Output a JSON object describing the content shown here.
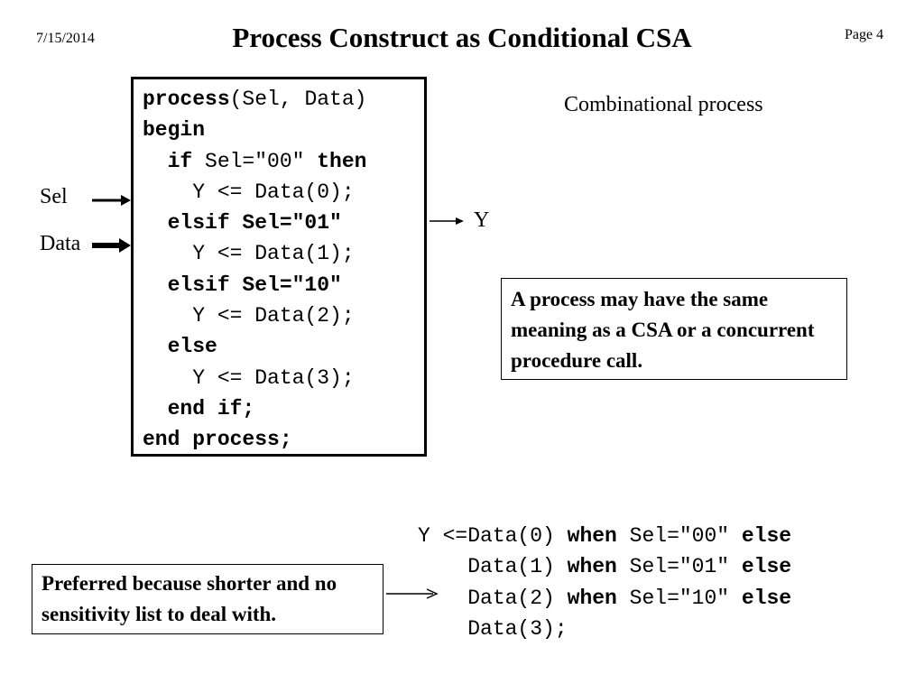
{
  "header": {
    "date": "7/15/2014",
    "title": "Process Construct as Conditional CSA",
    "page": "Page 4"
  },
  "process_code": {
    "l1_kw": "process",
    "l1_rest": "(Sel, Data)",
    "l2_kw": "begin",
    "l3_kw1": "if",
    "l3_rest": " Sel=\"00\" ",
    "l3_kw2": "then",
    "l4": "Y <= Data(0);",
    "l5": "elsif Sel=\"01\"",
    "l6": "Y <= Data(1);",
    "l7": "elsif Sel=\"10\"",
    "l8": "Y <= Data(2);",
    "l9": "else",
    "l10": "Y <= Data(3);",
    "l11": "end if;",
    "l12": "end process;"
  },
  "subtitle": "Combinational process",
  "ports": {
    "sel": "Sel",
    "data": "Data",
    "y": "Y"
  },
  "note_same_meaning": "A process may have the same meaning as a CSA or a concurrent procedure call.",
  "note_preferred": "Preferred because shorter and no sensitivity list to deal with.",
  "csa_code": {
    "r1_a": "Y <=Data(0) ",
    "r1_when": "when",
    "r1_b": " Sel=\"00\" ",
    "r1_else": "else",
    "r2_a": "Data(1) ",
    "r2_when": "when",
    "r2_b": " Sel=\"01\" ",
    "r2_else": "else",
    "r3_a": "Data(2) ",
    "r3_when": "when",
    "r3_b": " Sel=\"10\" ",
    "r3_else": "else",
    "r4_a": "Data(3);"
  }
}
